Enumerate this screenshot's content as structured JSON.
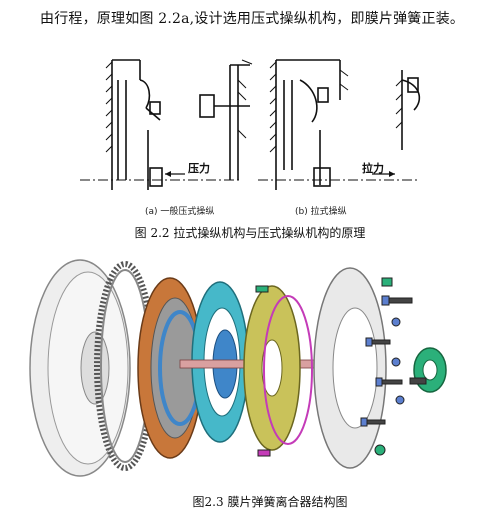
{
  "intro_text": "由行程，原理如图 2.2a,设计选用压式操纵机构，即膜片弹簧正装。",
  "figure_2_2": {
    "caption": "图 2.2  拉式操纵机构与压式操纵机构的原理",
    "left_force_label": "压力",
    "right_force_label": "拉力",
    "sub_a": "(a)  一般压式操纵",
    "sub_b": "(b)  拉式操纵"
  },
  "figure_2_3": {
    "caption": "图2.3  膜片弹簧离合器结构图"
  },
  "colors": {
    "flywheel": "#e6e6e6",
    "friction_disc": "#c8773a",
    "hub_blue": "#3f86c9",
    "bearing_cyan": "#46b8c9",
    "diaphragm_yellow": "#c9c25a",
    "spring_magenta": "#c43bb8",
    "release_green": "#2bb07a",
    "bolts_blue": "#5c7fcf"
  }
}
